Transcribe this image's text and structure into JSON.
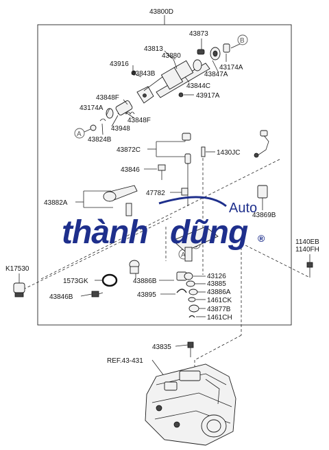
{
  "assembly": {
    "label": "43800D"
  },
  "callouts": {
    "a": "A",
    "b": "B"
  },
  "labels": {
    "p43873": "43873",
    "p43813": "43813",
    "p43880": "43880",
    "p43916": "43916",
    "p43843B": "43843B",
    "p43174A_r": "43174A",
    "p43847A": "43847A",
    "p43844C": "43844C",
    "p43917A": "43917A",
    "p43848F_a": "43848F",
    "p43174A_l": "43174A",
    "p43948": "43948",
    "p43848F_b": "43848F",
    "p43824B": "43824B",
    "p43872C": "43872C",
    "p1430JC": "1430JC",
    "p43846": "43846",
    "p47782": "47782",
    "p43882A": "43882A",
    "p43869B": "43869B",
    "p1140EB": "1140EB",
    "p1140FH": "1140FH",
    "pK17530": "K17530",
    "p1573GK": "1573GK",
    "p43846B": "43846B",
    "p43886B": "43886B",
    "p43126": "43126",
    "p43885": "43885",
    "p43895": "43895",
    "p43886A": "43886A",
    "p1461CK": "1461CK",
    "p43877B": "43877B",
    "p1461CH": "1461CH",
    "p43835": "43835",
    "ref": "REF.43-431"
  },
  "watermark": {
    "brand": "thành",
    "brand2": "dũng",
    "sub": "Auto",
    "reg": "®",
    "color": "#1e2f8c"
  }
}
